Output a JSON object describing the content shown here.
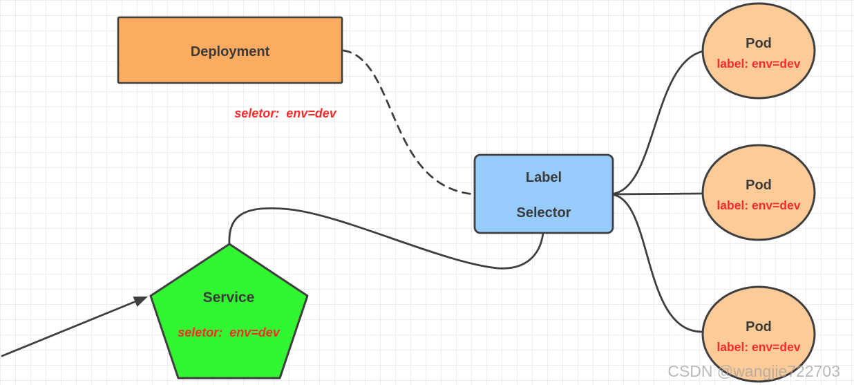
{
  "diagram": {
    "stroke_color": "#3f3f3f",
    "text_color": "#3a3a3a",
    "red_color": "#fb2b2b",
    "deployment": {
      "label": "Deployment",
      "selector": "seletor:  env=dev",
      "fill": "#fbac60"
    },
    "label_selector": {
      "line1": "Label",
      "line2": "Selector",
      "fill": "#98cbfd"
    },
    "service": {
      "label": "Service",
      "selector": "seletor:  env=dev",
      "fill": "#33f632"
    },
    "pod_fill": "#fdcb97",
    "pods": [
      {
        "label": "Pod",
        "sublabel": "label: env=dev"
      },
      {
        "label": "Pod",
        "sublabel": "label: env=dev"
      },
      {
        "label": "Pod",
        "sublabel": "label: env=dev"
      }
    ]
  },
  "watermark": {
    "text": "CSDN @wangjie722703",
    "color": "#a3a3a3"
  }
}
